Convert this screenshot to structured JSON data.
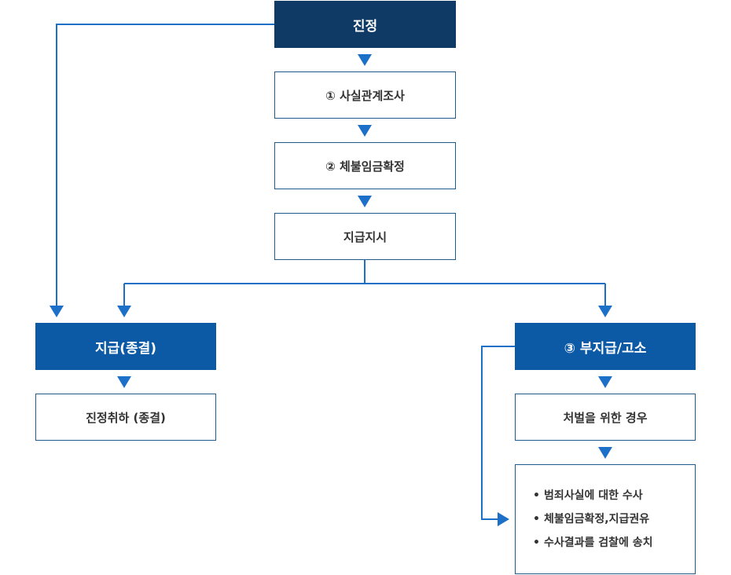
{
  "colors": {
    "navy": "#0f3a66",
    "blue": "#0c5aa6",
    "line": "#1c70c8",
    "border": "#1f5a8f",
    "text": "#333333"
  },
  "steps": {
    "petition": "진정",
    "fact_check": "① 사실관계조사",
    "wage_confirm": "② 체불임금확정",
    "payment_order": "지급지시",
    "payment_end": "지급(종결)",
    "withdraw": "진정취하 (종결)",
    "non_payment": "③ 부지급/고소",
    "punishment": "처벌을 위한 경우",
    "investigation_items": [
      "범죄사실에 대한 수사",
      "체불임금확정,지급권유",
      "수사결과를 검찰에 송치"
    ]
  }
}
